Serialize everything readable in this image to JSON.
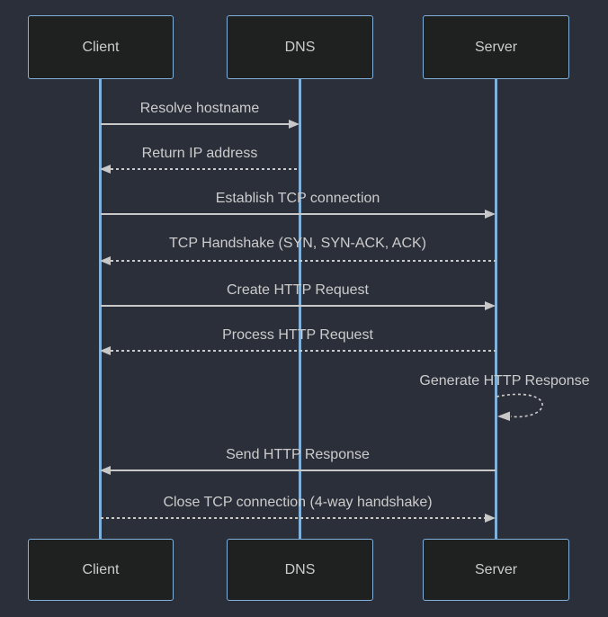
{
  "diagram": {
    "type": "sequence-diagram",
    "theme": "dark",
    "actors": [
      {
        "id": "client",
        "label": "Client"
      },
      {
        "id": "dns",
        "label": "DNS"
      },
      {
        "id": "server",
        "label": "Server"
      }
    ],
    "messages": [
      {
        "label": "Resolve hostname",
        "from": "Client",
        "to": "DNS",
        "line": "solid",
        "direction": "right"
      },
      {
        "label": "Return IP address",
        "from": "DNS",
        "to": "Client",
        "line": "dashed",
        "direction": "left"
      },
      {
        "label": "Establish TCP connection",
        "from": "Client",
        "to": "Server",
        "line": "solid",
        "direction": "right"
      },
      {
        "label": "TCP Handshake (SYN, SYN-ACK, ACK)",
        "from": "Server",
        "to": "Client",
        "line": "dashed",
        "direction": "left"
      },
      {
        "label": "Create HTTP Request",
        "from": "Client",
        "to": "Server",
        "line": "solid",
        "direction": "right"
      },
      {
        "label": "Process HTTP Request",
        "from": "Server",
        "to": "Client",
        "line": "dashed",
        "direction": "left"
      },
      {
        "label": "Generate HTTP Response",
        "from": "Server",
        "to": "Server",
        "line": "dashed",
        "direction": "self"
      },
      {
        "label": "Send HTTP Response",
        "from": "Server",
        "to": "Client",
        "line": "solid",
        "direction": "left"
      },
      {
        "label": "Close TCP connection (4-way handshake)",
        "from": "Client",
        "to": "Server",
        "line": "dashed",
        "direction": "right"
      }
    ],
    "colors": {
      "background": "#2b2f3a",
      "actor_fill": "#1f2020",
      "actor_border": "#81b1db",
      "lifeline": "#81b1db",
      "message_line": "#c8c8c8",
      "text": "#cccccc"
    }
  }
}
